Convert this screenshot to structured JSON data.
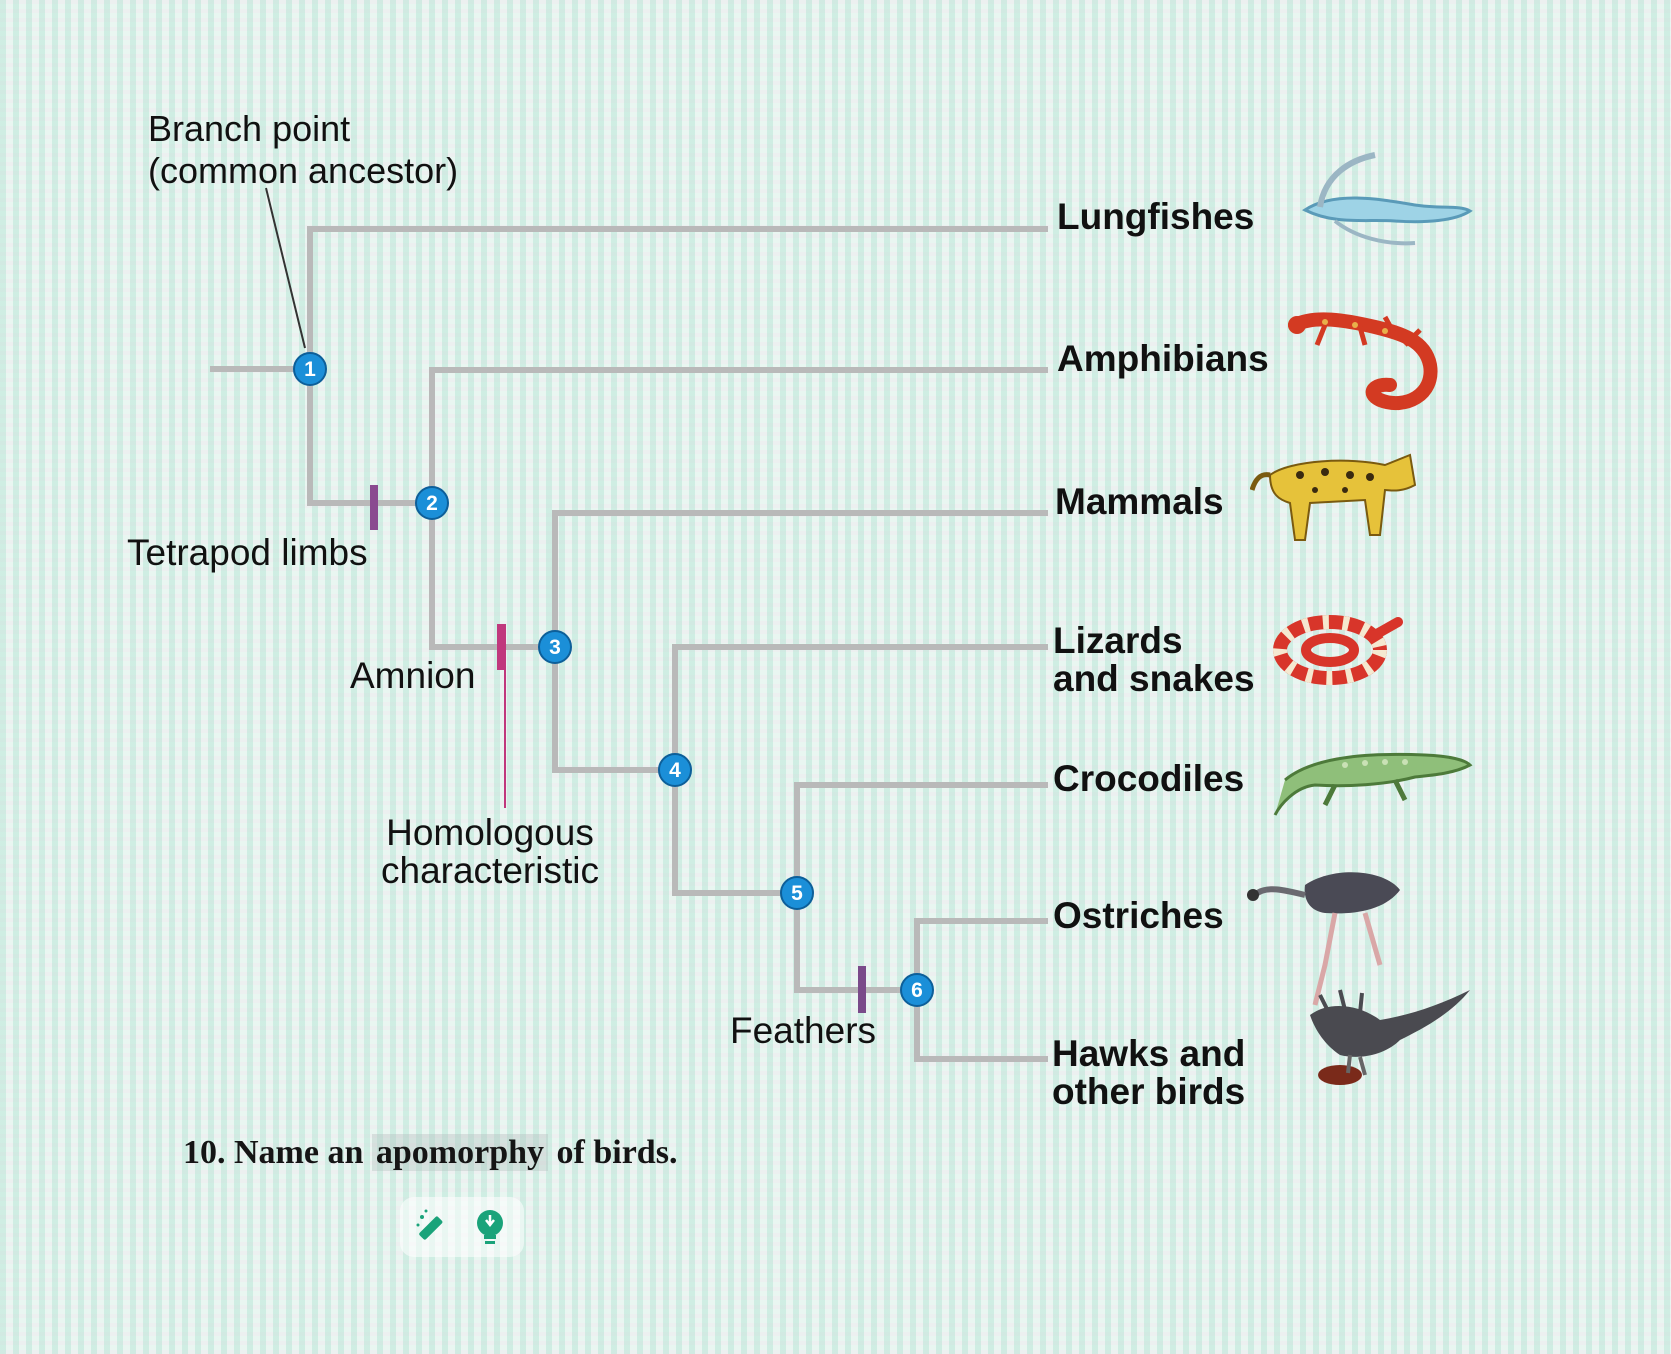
{
  "annotations": {
    "branch_point": [
      "Branch point",
      "(common ancestor)"
    ],
    "homologous": [
      "Homologous",
      "characteristic"
    ]
  },
  "characters": {
    "tetrapod_limbs": "Tetrapod limbs",
    "amnion": "Amnion",
    "feathers": "Feathers"
  },
  "nodes": [
    "1",
    "2",
    "3",
    "4",
    "5",
    "6"
  ],
  "taxa": {
    "lungfishes": "Lungfishes",
    "amphibians": "Amphibians",
    "mammals": "Mammals",
    "lizards": [
      "Lizards",
      "and snakes"
    ],
    "crocodiles": "Crocodiles",
    "ostriches": "Ostriches",
    "birds": [
      "Hawks and",
      "other birds"
    ]
  },
  "question": {
    "number": "10.",
    "before": "Name an",
    "highlight": "apomorphy",
    "after": "of birds."
  },
  "toolbar": {
    "icons": [
      "magic-pen-icon",
      "lightbulb-icon"
    ]
  },
  "colors": {
    "branch": "#b9b9b9",
    "node": "#1b8fd8",
    "tetrapod_mark": "#8a4a90",
    "amnion_mark": "#c0387d",
    "feathers_mark": "#7a4a8a"
  }
}
